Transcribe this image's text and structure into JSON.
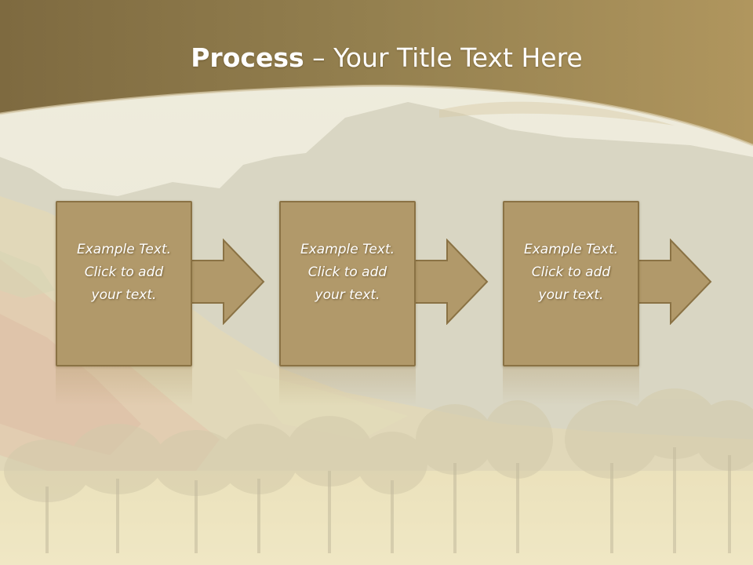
{
  "slide": {
    "title_bold": "Process",
    "title_rest": " – Your Title Text Here"
  },
  "steps": [
    {
      "line1": "Example Text.",
      "line2": "Click  to add",
      "line3": "your text."
    },
    {
      "line1": "Example Text.",
      "line2": "Click  to add",
      "line3": "your text."
    },
    {
      "line1": "Example Text.",
      "line2": "Click  to add",
      "line3": "your text."
    }
  ],
  "colors": {
    "header_band": "#8f7848",
    "box_fill": "#b1996a",
    "box_border": "#8a7244",
    "text": "#ffffff"
  },
  "icons": {
    "step_arrow": "right-arrow-icon"
  }
}
